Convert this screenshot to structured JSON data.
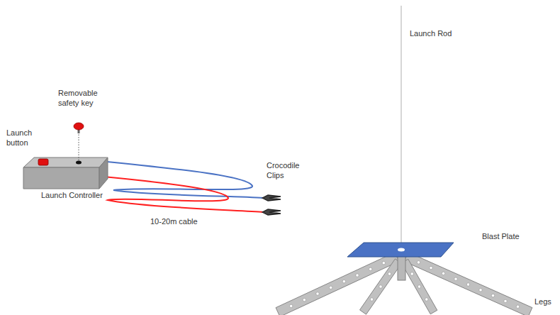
{
  "diagram": {
    "labels": [
      "Launch Rod",
      "Removable safety key",
      "Launch button",
      "Launch Controller",
      "Crocodile Clips",
      "10-20m cable",
      "Blast Plate",
      "Legs"
    ]
  }
}
